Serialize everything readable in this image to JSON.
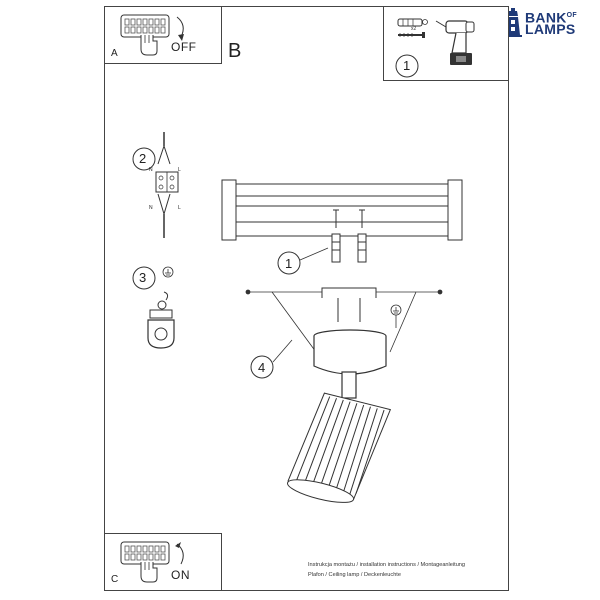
{
  "brand": {
    "line1": "BANK",
    "of": "OF",
    "line2": "LAMPS",
    "color": "#1f3a78"
  },
  "panel_a": {
    "letter": "A",
    "action": "OFF"
  },
  "panel_b": {
    "letter": "B"
  },
  "panel_c": {
    "letter": "C",
    "action": "ON"
  },
  "steps": {
    "one_tools": "1",
    "one_main": "1",
    "two": "2",
    "three": "3",
    "four": "4"
  },
  "tools": {
    "screw_count": "x2"
  },
  "terminal": {
    "n_top": "N",
    "l_top": "L",
    "n_bottom": "N",
    "l_bottom": "L"
  },
  "caption": {
    "line1": "Instrukcja montażu / installation instructions / Montageanleitung",
    "line2": "Plafon / Ceiling lamp / Deckenleuchte"
  }
}
